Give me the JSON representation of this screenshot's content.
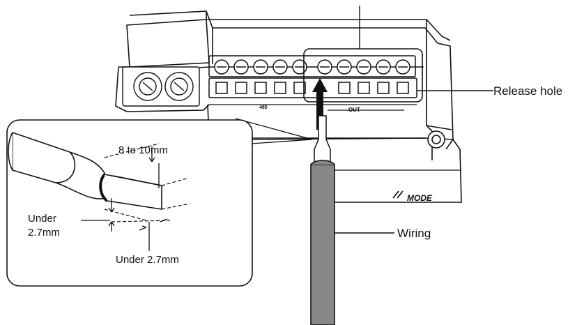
{
  "labels": {
    "release_hole": "Release hole",
    "wiring": "Wiring",
    "width_dim": "8 to 10mm",
    "under_line1": "Under",
    "under_line2": "2.7mm",
    "under_bottom": "Under 2.7mm"
  },
  "device_marks": {
    "out_label": "OUT",
    "mode_label": "MODE",
    "rs485_label": "485"
  },
  "colors": {
    "stroke": "#111111",
    "wire_fill": "#888888",
    "background": "#ffffff"
  }
}
